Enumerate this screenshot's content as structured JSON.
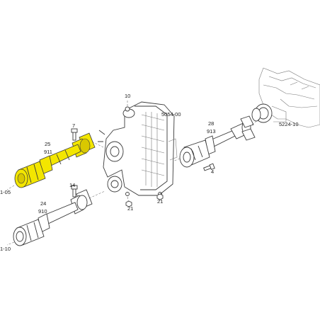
{
  "diagram": {
    "highlight_color": "#f3e600",
    "labels": {
      "gearbox_10": "10",
      "gearbox_code": "5054-00",
      "bolt_7": "7",
      "shaft_25_pos": "25",
      "shaft_25_code": "911",
      "ref_left_top": "1-05",
      "bolt_14": "14",
      "shaft_24_pos": "24",
      "shaft_24_code": "910",
      "ref_left_bottom": "1-10",
      "nut_21a": "21",
      "nut_21b": "21",
      "shaft_28_pos": "28",
      "shaft_28_code": "913",
      "bolt_4": "4",
      "axle_code": "5224-10"
    }
  }
}
